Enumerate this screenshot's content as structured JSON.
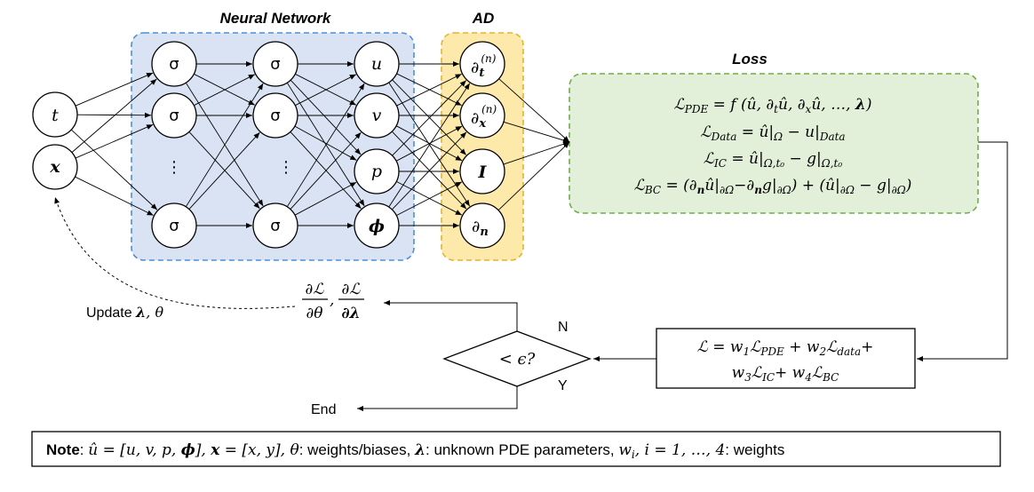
{
  "titles": {
    "neural_network": "Neural Network",
    "ad": "AD",
    "loss": "Loss"
  },
  "nodes": {
    "input": [
      "t",
      "x"
    ],
    "hidden_unit": "σ",
    "ellipsis": "⋮",
    "outputs": [
      "u",
      "v",
      "p",
      "ϕ"
    ],
    "ad_ops": [
      "∂t(n)",
      "∂x(n)",
      "I",
      "∂n"
    ]
  },
  "loss_terms": [
    "ℒPDE = f(û, ∂tû, ∂xû, …, λ)",
    "ℒData = û|Ω − u|Data",
    "ℒIC = û|Ω,t0 − g|Ω,t0",
    "ℒBC = (∂nû|∂Ω−∂ng|∂Ω) + (û|∂Ω − g|∂Ω)"
  ],
  "total_loss": {
    "line1": "ℒ = w1ℒPDE + w2ℒdata+",
    "line2": "w3ℒIC+ w4ℒBC"
  },
  "decision": {
    "condition": "< ϵ?",
    "no_label": "N",
    "yes_label": "Y",
    "end_label": "End"
  },
  "gradient": {
    "numerator": "∂ℒ",
    "den_theta": "∂θ",
    "den_lambda": "∂λ"
  },
  "update": {
    "label": "Update",
    "params": "λ, θ"
  },
  "note": {
    "label": "Note",
    "text": "û = [u, v, p, ϕ], x = [x, y], θ: weights/biases, λ: unknown PDE parameters, wi, i = 1, …, 4: weights"
  },
  "colors": {
    "nn_box_fill": "#dae3f3",
    "nn_box_stroke": "#4a90d9",
    "ad_box_fill": "#fde9a9",
    "ad_box_stroke": "#e6b32e",
    "loss_box_fill": "#e2efd9",
    "loss_box_stroke": "#70ad47"
  }
}
